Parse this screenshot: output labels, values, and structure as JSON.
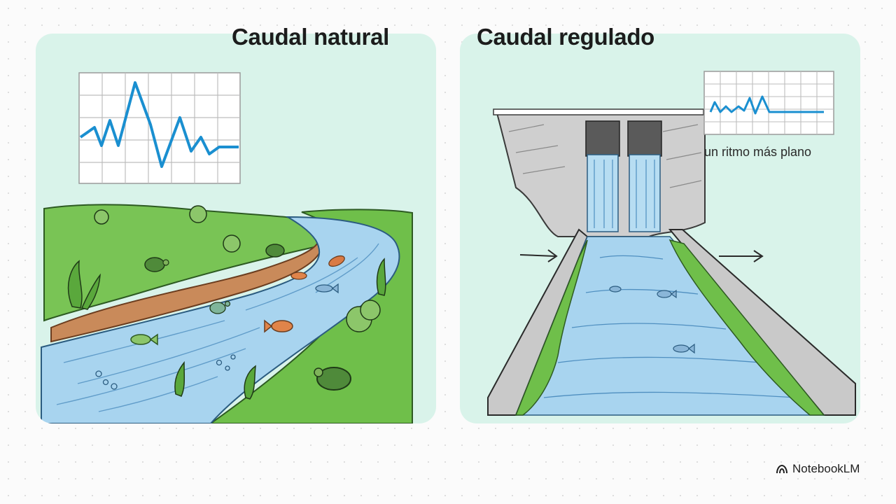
{
  "titles": {
    "natural": "Caudal natural",
    "regulated": "Caudal regulado"
  },
  "annotation": "un ritmo más plano",
  "brand": {
    "name": "NotebookLM",
    "icon": "notebooklm-logo-icon"
  },
  "colors": {
    "panel": "#d9f3ea",
    "line": "#1a8fd0",
    "water": "#a8d4ef",
    "grass": "#6fbf4a",
    "bank": "#c98a5a",
    "concrete": "#c9c9c9"
  }
}
